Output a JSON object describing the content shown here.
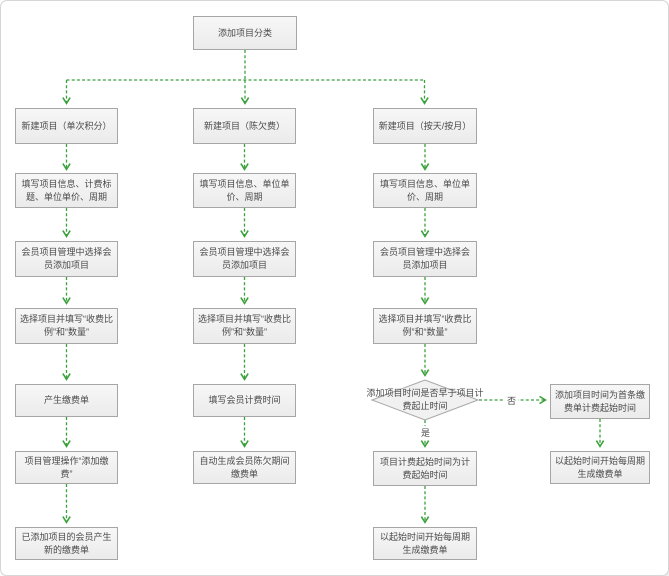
{
  "diagram": {
    "root": {
      "label": "添加项目分类"
    },
    "decision_labels": {
      "yes": "是",
      "no": "否"
    },
    "columns": [
      {
        "name": "single-points",
        "steps": [
          "新建项目（单次积分）",
          "填写项目信息、计费标题、单位单价、周期",
          "会员项目管理中选择会员添加项目",
          "选择项目并填写“收费比例”和“数量”",
          "产生缴费单",
          "项目管理操作“添加缴费”",
          "已添加项目的会员产生新的缴费单"
        ]
      },
      {
        "name": "arrears-fee",
        "steps": [
          "新建项目（陈欠费）",
          "填写项目信息、单位单价、周期",
          "会员项目管理中选择会员添加项目",
          "选择项目并填写“收费比例”和“数量”",
          "填写会员计费时间",
          "自动生成会员陈欠期间缴费单"
        ]
      },
      {
        "name": "by-day-by-month",
        "steps": [
          "新建项目（按天/按月）",
          "填写项目信息、单位单价、周期",
          "会员项目管理中选择会员添加项目",
          "选择项目并填写“收费比例”和“数量”"
        ],
        "decision": "添加项目时间是否早于项目计费起止时间",
        "yes_steps": [
          "项目计费起始时间为计费起始时间",
          "以起始时间开始每周期生成缴费单"
        ]
      },
      {
        "name": "no-branch",
        "steps": [
          "添加项目时间为首条缴费单计费起始时间",
          "以起始时间开始每周期生成缴费单"
        ]
      }
    ],
    "colors": {
      "arrow_green": "#3aa13a",
      "node_fill": "#f1f1f1",
      "node_border": "#a6a6a6"
    }
  }
}
